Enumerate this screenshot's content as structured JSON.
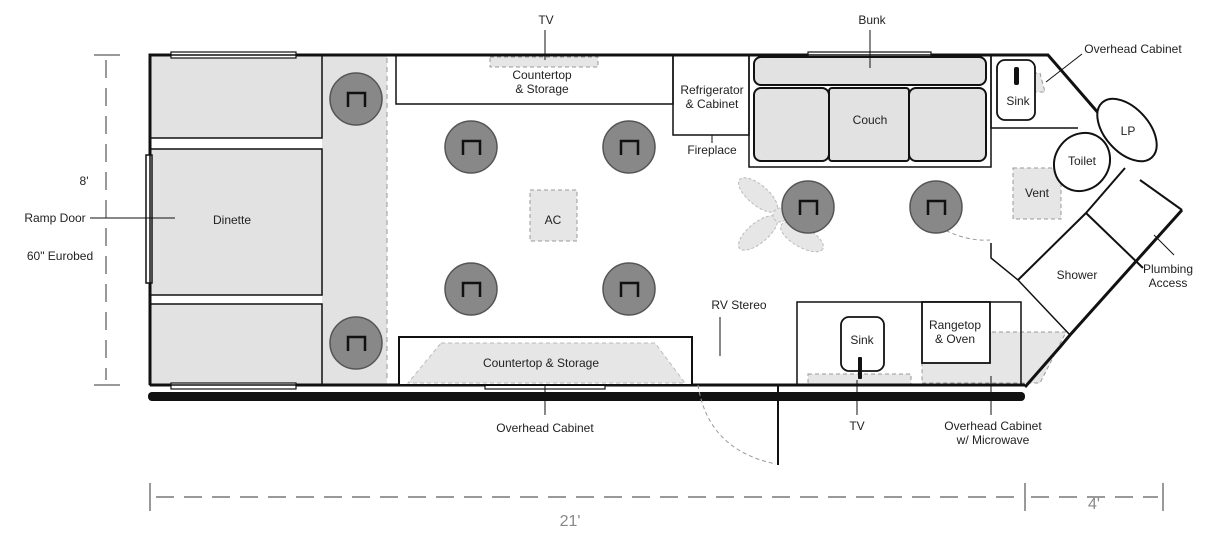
{
  "labels": {
    "tv_top": "TV",
    "bunk": "Bunk",
    "overhead_cabinet_top": "Overhead Cabinet",
    "countertop_storage_top": "Countertop\n& Storage",
    "refrigerator_cabinet": "Refrigerator\n& Cabinet",
    "fireplace": "Fireplace",
    "couch": "Couch",
    "sink_bath": "Sink",
    "lp": "LP",
    "toilet": "Toilet",
    "vent": "Vent",
    "dim_8ft": "8'",
    "ramp_door": "Ramp Door",
    "eurobed": "60\" Eurobed",
    "dinette": "Dinette",
    "ac": "AC",
    "shower": "Shower",
    "plumbing_access": "Plumbing\nAccess",
    "rv_stereo": "RV Stereo",
    "rangetop_oven": "Rangetop\n& Oven",
    "sink_kitchen": "Sink",
    "countertop_storage_bottom": "Countertop & Storage",
    "overhead_cabinet_bottom": "Overhead Cabinet",
    "tv_bottom": "TV",
    "overhead_cabinet_microwave": "Overhead Cabinet\nw/ Microwave",
    "dim_21ft": "21'",
    "dim_4ft": "4'"
  },
  "icons": {
    "seat": "captain-chair-icon",
    "fan": "ceiling-fan-icon"
  }
}
